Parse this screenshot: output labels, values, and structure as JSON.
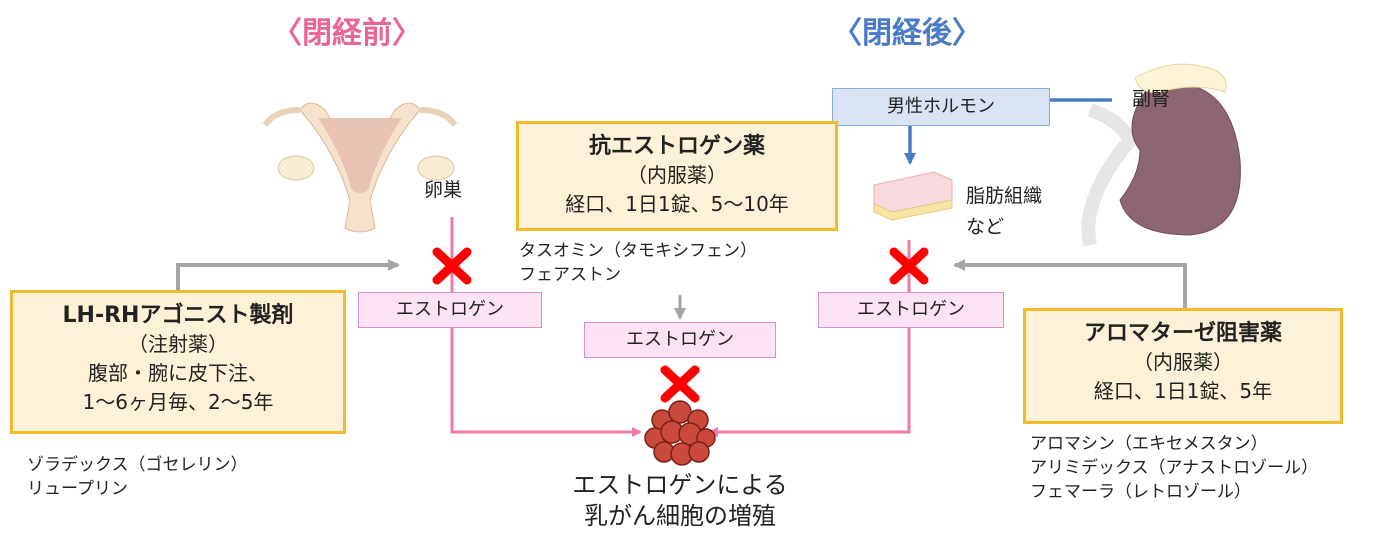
{
  "headings": {
    "premenopause": "〈閉経前〉",
    "postmenopause": "〈閉経後〉"
  },
  "labels": {
    "ovary": "卵巣",
    "adrenal": "副腎",
    "fat": "脂肪組織",
    "fat_etc": "など",
    "male_hormone": "男性ホルモン",
    "estrogen": "エストロゲン",
    "result_line1": "エストロゲンによる",
    "result_line2": "乳がん細胞の増殖"
  },
  "antiestrogen": {
    "title": "抗エストロゲン薬",
    "route": "（内服薬）",
    "dosage": "経口、1日1錠、5〜10年",
    "drugs": [
      "タスオミン（タモキシフェン）",
      "フェアストン"
    ]
  },
  "lhrh": {
    "title": "LH-RHアゴニスト製剤",
    "route": "（注射薬）",
    "dosage1": "腹部・腕に皮下注、",
    "dosage2": "1〜6ヶ月毎、2〜5年",
    "drugs": [
      "ゾラデックス（ゴセレリン）",
      "リュープリン"
    ]
  },
  "aromatase": {
    "title": "アロマターゼ阻害薬",
    "route": "（内服薬）",
    "dosage": "経口、1日1錠、5年",
    "drugs": [
      "アロマシン（エキセメスタン）",
      "アリミデックス（アナストロゾール）",
      "フェマーラ（レトロゾール）"
    ]
  },
  "colors": {
    "pre_heading": "#e8668f",
    "post_heading": "#4a7bc8",
    "pink_line": "#f07aa5",
    "blue_line": "#4a7bc8",
    "gray_line": "#a6a6a6",
    "block_x": "#ff0000",
    "box_border": "#f2bb2c",
    "box_fill": "#fdf2d8",
    "estrogen_fill": "#fbe3f4",
    "male_fill": "#dae3f3"
  }
}
